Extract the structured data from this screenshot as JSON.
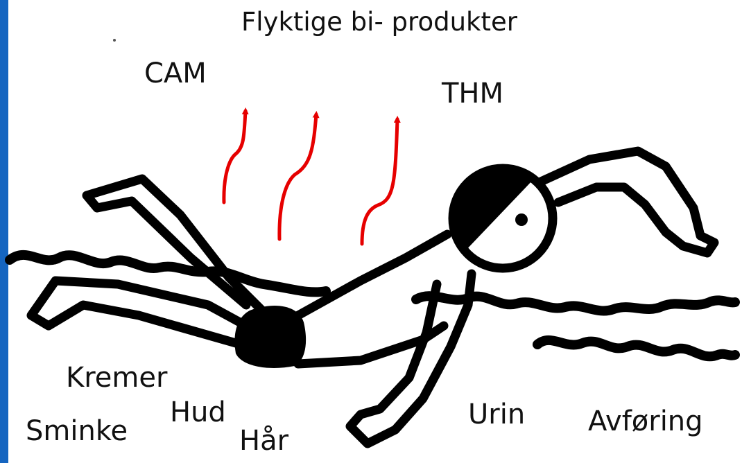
{
  "title": "Flyktige bi- produkter",
  "labels": {
    "cam": "CAM",
    "thm": "THM",
    "kremer": "Kremer",
    "hud": "Hud",
    "sminke": "Sminke",
    "har": "Hår",
    "urin": "Urin",
    "avforing": "Avføring"
  },
  "colors": {
    "edge_bar": "#1565c0",
    "arrows": "#e60000",
    "drawing": "#000000"
  }
}
